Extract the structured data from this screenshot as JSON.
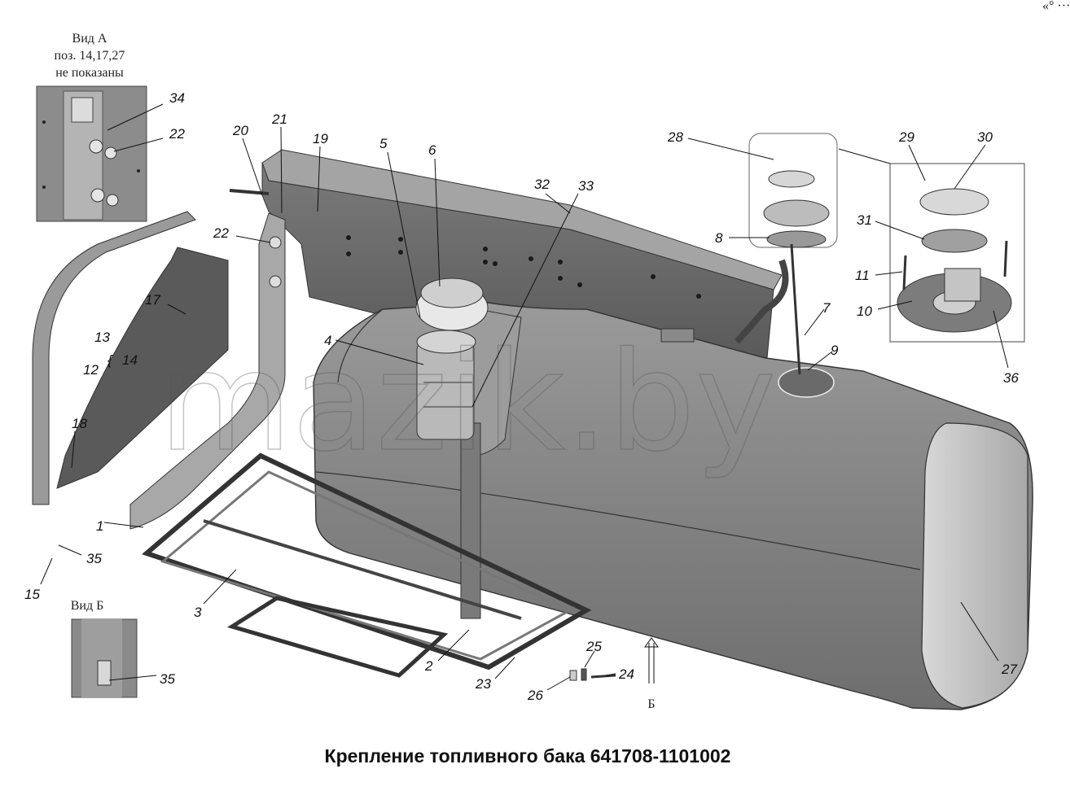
{
  "title": "Крепление топливного бака 641708-1101002",
  "watermark": "mazik.by",
  "corner_mark": "«° ···",
  "view_a": {
    "line1": "Вид А",
    "line2": "поз. 14,17,27",
    "line3": "не показаны"
  },
  "view_b": {
    "label": "Вид Б"
  },
  "arrow_b": {
    "label": "Б"
  },
  "callouts": {
    "c1": "1",
    "c2": "2",
    "c3": "3",
    "c4": "4",
    "c5": "5",
    "c6": "6",
    "c7": "7",
    "c8": "8",
    "c9": "9",
    "c10": "10",
    "c11": "11",
    "c12": "12",
    "c13": "13",
    "c14": "14",
    "c15": "15",
    "c17": "17",
    "c18": "18",
    "c19": "19",
    "c20": "20",
    "c21": "21",
    "c22a": "22",
    "c22b": "22",
    "c23": "23",
    "c24": "24",
    "c25": "25",
    "c26": "26",
    "c27": "27",
    "c28": "28",
    "c29": "29",
    "c30": "30",
    "c31": "31",
    "c32": "32",
    "c33": "33",
    "c34": "34",
    "c35a": "35",
    "c35b": "35",
    "c36": "36"
  },
  "colors": {
    "tank": "#8a8a8a",
    "tank_dark": "#5e5e5e",
    "tank_light": "#b8b8b8",
    "paper": "#ffffff",
    "ink": "#111111"
  }
}
